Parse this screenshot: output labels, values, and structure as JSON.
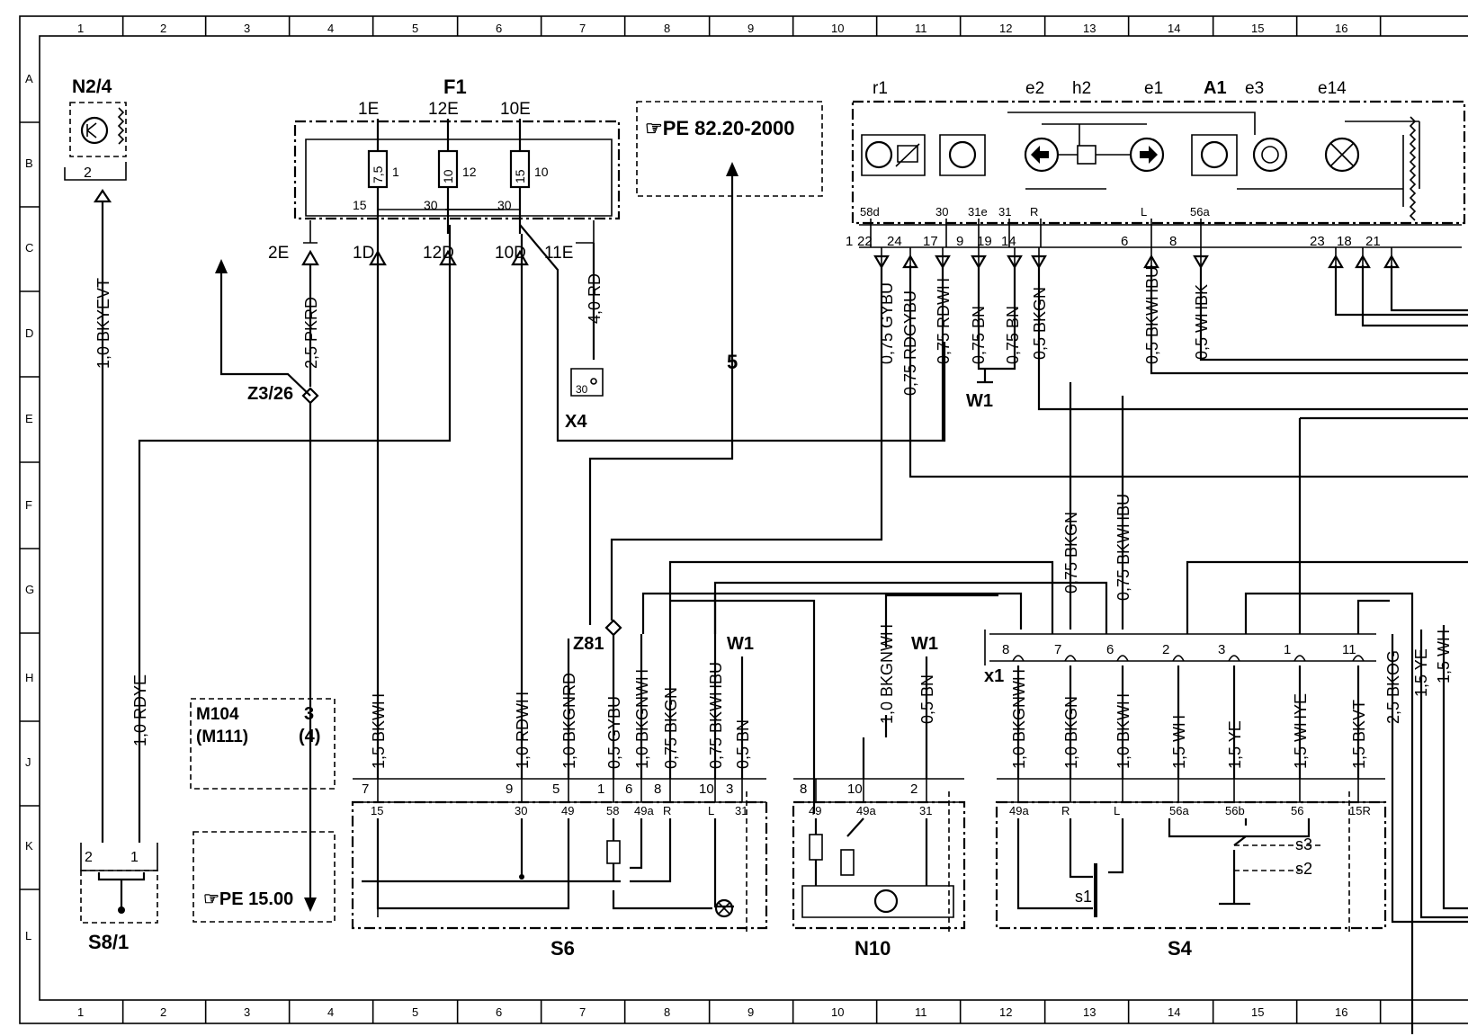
{
  "frame": {
    "columns": [
      "1",
      "2",
      "3",
      "4",
      "5",
      "6",
      "7",
      "8",
      "9",
      "10",
      "11",
      "12",
      "13",
      "14",
      "15",
      "16"
    ],
    "rows": [
      "A",
      "B",
      "C",
      "D",
      "E",
      "F",
      "G",
      "H",
      "J",
      "K",
      "L"
    ]
  },
  "components": {
    "n2_4": "N2/4",
    "f1": "F1",
    "pe_ref_top": "☞PE 82.20-2000",
    "r1": "r1",
    "e2": "e2",
    "h2": "h2",
    "e1": "e1",
    "a1": "A1",
    "e3": "e3",
    "e14": "e14",
    "z3_26": "Z3/26",
    "x4": "X4",
    "w1_top": "W1",
    "z81": "Z81",
    "w1_s6": "W1",
    "w1_n10": "W1",
    "x1": "x1",
    "m104": "M104",
    "m111": "(M111)",
    "m_pin1": "3",
    "m_pin2": "(4)",
    "pe_ref_bottom": "☞PE 15.00",
    "s8_1": "S8/1",
    "s6": "S6",
    "n10": "N10",
    "s4": "S4",
    "cross_ref": "5",
    "s1": "s1",
    "s2": "s2",
    "s3": "s3"
  },
  "fuses": [
    {
      "top": "1E",
      "value": "7,5",
      "num": "1",
      "bottom": "1D"
    },
    {
      "top": "12E",
      "value": "10",
      "num": "12",
      "bottom": "12D"
    },
    {
      "top": "10E",
      "value": "15",
      "num": "10",
      "bottom": "10D"
    }
  ],
  "fuse_terms": {
    "t15": "15",
    "t30a": "30",
    "t30b": "30",
    "f2e": "2E",
    "f11e": "11E"
  },
  "a1_pins": {
    "top": [
      "58d",
      "30",
      "31e",
      "31",
      "R",
      "L",
      "56a"
    ],
    "bottom": [
      "1",
      "22",
      "24",
      "17",
      "9",
      "19",
      "14",
      "6",
      "8",
      "23",
      "18",
      "21"
    ]
  },
  "wires": {
    "n2_4_pin": "2",
    "bkyevt": "1,0 BKYEVT",
    "rdye": "1,0 RDYE",
    "pkrd": "2,5 PKRD",
    "rd4": "4,0 RD",
    "x4_pin": "30",
    "gybu": "0,75 GYBU",
    "rdgybu": "0,75 RDGYBU",
    "rdwh": "0,75 RDWH",
    "bn1": "0,75 BN",
    "bn2": "0,75 BN",
    "bkgn": "0,5 BKGN",
    "bkwhbu": "0,5 BKWHBU",
    "whbk": "0,5 WHBK",
    "bkgn_f": "0,75 BKGN",
    "bkwhbu_f": "0,75 BKWHBU",
    "s6_bkwh": "1,5 BKWH",
    "s6_rdwh": "1,0 RDWH",
    "s6_bkgnrd": "1,0 BKGNRD",
    "s6_gybu": "0,5 GYBU",
    "s6_bkgnwh": "1,0 BKGNWH",
    "s6_bkgn": "0,75 BKGN",
    "s6_bkwhbu": "0,75 BKWHBU",
    "s6_bn": "0,5 BN",
    "n10_bkgnwh": "1,0 BKGNWH",
    "n10_bn": "0,5 BN",
    "s4_bkgnwh": "1,0 BKGNWH",
    "s4_bkgn": "1,0 BKGN",
    "s4_bkwh": "1,0 BKWH",
    "s4_wh": "1,5 WH",
    "s4_ye": "1,5 YE",
    "s4_whye": "1,5 WHYE",
    "s4_bkvt": "1,5 BKVT",
    "bkog": "2,5 BKOG",
    "ye_r": "1,5 YE",
    "wh_r": "1,5 WH"
  },
  "x1_pins": [
    "8",
    "7",
    "6",
    "2",
    "3",
    "1",
    "11"
  ],
  "s6_pins": {
    "conn": [
      "7",
      "9",
      "5",
      "1",
      "6",
      "8",
      "10",
      "3"
    ],
    "inner": [
      "15",
      "30",
      "49",
      "58",
      "49a",
      "R",
      "L",
      "31"
    ]
  },
  "n10_pins": {
    "conn": [
      "8",
      "10",
      "2"
    ],
    "inner": [
      "49",
      "49a",
      "31"
    ]
  },
  "s8_pins": [
    "2",
    "1"
  ],
  "s4_pins": [
    "49a",
    "R",
    "L",
    "56a",
    "56b",
    "56",
    "15R"
  ]
}
